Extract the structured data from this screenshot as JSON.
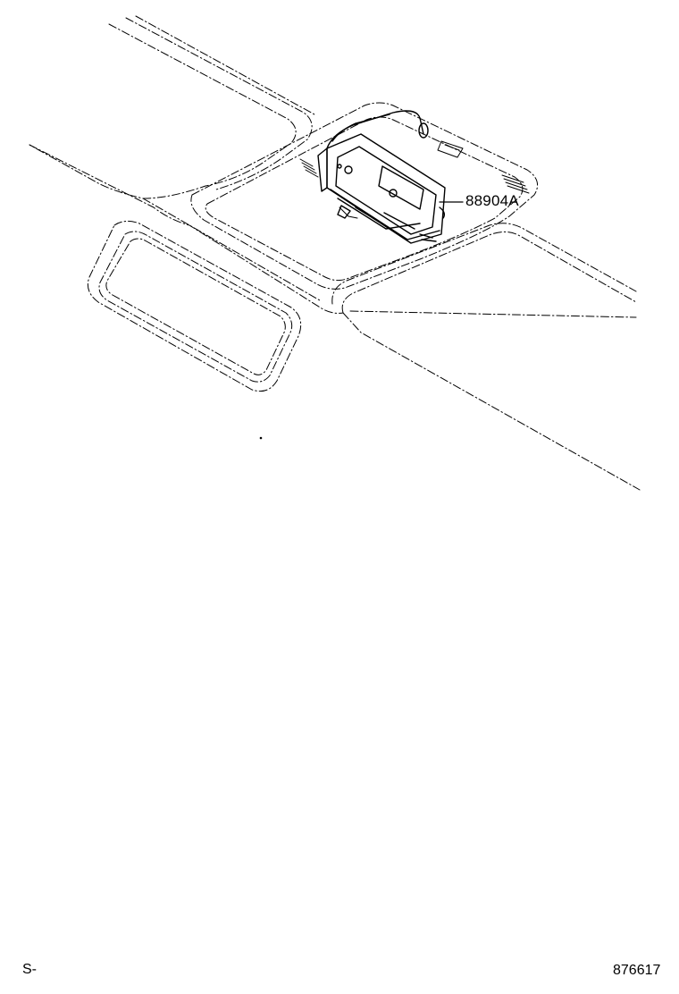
{
  "diagram": {
    "callouts": [
      {
        "part_number": "88904A"
      }
    ]
  },
  "footer": {
    "section_code": "S-",
    "illustration_number": "876617"
  }
}
